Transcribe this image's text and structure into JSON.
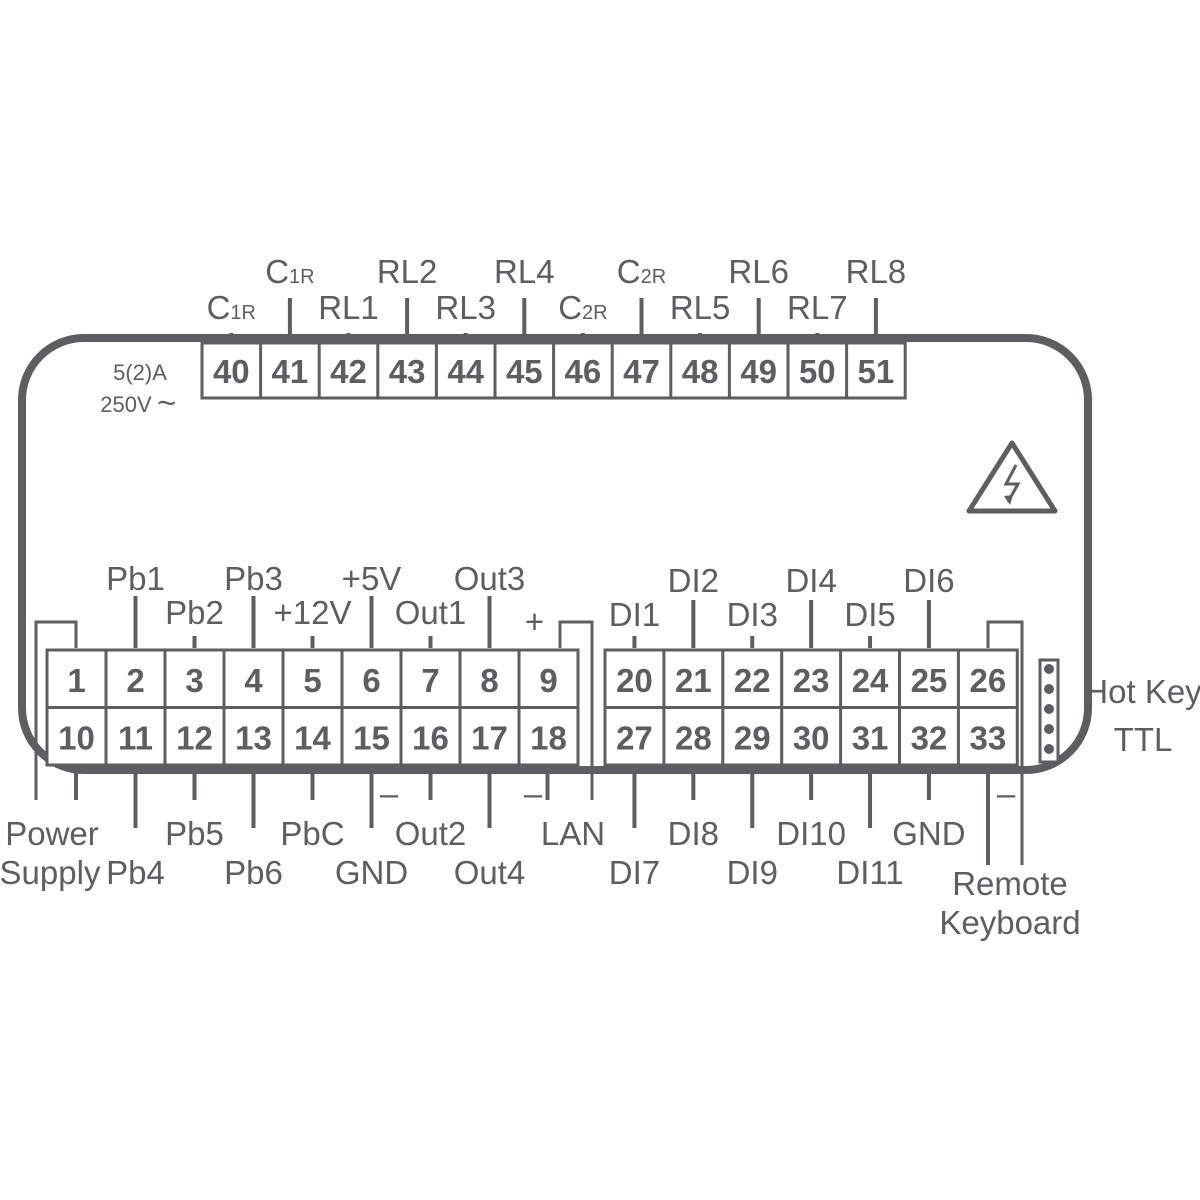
{
  "colors": {
    "ink": "#5d5e60",
    "background": "#ffffff"
  },
  "rating": {
    "current": "5(2)A",
    "voltage": "250V",
    "ac_symbol": "~"
  },
  "relay_block": {
    "terminals": [
      {
        "number": "40",
        "label": "C",
        "sub": "1R"
      },
      {
        "number": "41",
        "label": "C",
        "sub": "1R"
      },
      {
        "number": "42",
        "label": "RL1",
        "sub": ""
      },
      {
        "number": "43",
        "label": "RL2",
        "sub": ""
      },
      {
        "number": "44",
        "label": "RL3",
        "sub": ""
      },
      {
        "number": "45",
        "label": "RL4",
        "sub": ""
      },
      {
        "number": "46",
        "label": "C",
        "sub": "2R"
      },
      {
        "number": "47",
        "label": "C",
        "sub": "2R"
      },
      {
        "number": "48",
        "label": "RL5",
        "sub": ""
      },
      {
        "number": "49",
        "label": "RL6",
        "sub": ""
      },
      {
        "number": "50",
        "label": "RL7",
        "sub": ""
      },
      {
        "number": "51",
        "label": "RL8",
        "sub": ""
      }
    ]
  },
  "left_block": {
    "top_row": [
      "1",
      "2",
      "3",
      "4",
      "5",
      "6",
      "7",
      "8",
      "9"
    ],
    "bottom_row": [
      "10",
      "11",
      "12",
      "13",
      "14",
      "15",
      "16",
      "17",
      "18"
    ],
    "top_labels": [
      "",
      "Pb1",
      "Pb2",
      "Pb3",
      "+12V",
      "+5V",
      "Out1",
      "Out3",
      "+"
    ],
    "bottom_labels": [
      "",
      "Pb4",
      "Pb5",
      "Pb6",
      "PbC",
      "GND",
      "Out2",
      "Out4",
      "LAN"
    ],
    "power_supply": [
      "Power",
      "Supply"
    ],
    "minus_sign": "–"
  },
  "right_block": {
    "top_row": [
      "20",
      "21",
      "22",
      "23",
      "24",
      "25",
      "26"
    ],
    "bottom_row": [
      "27",
      "28",
      "29",
      "30",
      "31",
      "32",
      "33"
    ],
    "top_labels": [
      "DI1",
      "DI2",
      "DI3",
      "DI4",
      "DI5",
      "DI6",
      ""
    ],
    "bottom_labels": [
      "DI7",
      "DI8",
      "DI9",
      "DI10",
      "DI11",
      "GND",
      ""
    ],
    "remote_keyboard": [
      "Remote",
      "Keyboard"
    ],
    "minus_sign": "–"
  },
  "hot_key": {
    "lines": [
      "Hot Key",
      "TTL"
    ],
    "pins": 5
  },
  "warning_icon": "high-voltage-warning-icon"
}
